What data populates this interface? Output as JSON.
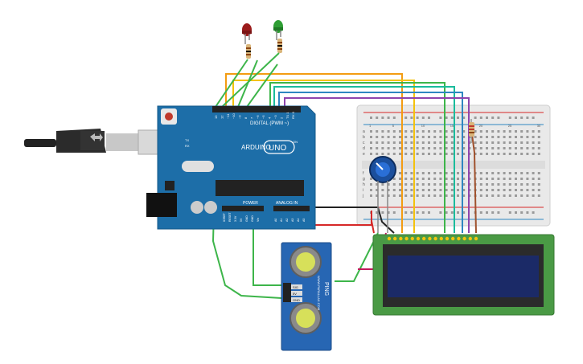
{
  "arduino": {
    "brand": "ARDUINO",
    "model": "UNO",
    "digital_label": "DIGITAL (PWM ~)",
    "power_label": "POWER",
    "analog_label": "ANALOG IN",
    "aref": "AREF",
    "gnd": "GND",
    "tx": "TX",
    "rx": "RX",
    "on": "ON",
    "digital_pins": [
      "13",
      "12",
      "~11",
      "~10",
      "~9",
      "8",
      "7",
      "~6",
      "~5",
      "4",
      "~3",
      "2",
      "TX 1",
      "RX 0"
    ],
    "power_pins": [
      "IOREF",
      "RESET",
      "3.3V",
      "5V",
      "GND",
      "GND",
      "Vin"
    ],
    "analog_pins": [
      "A0",
      "A1",
      "A2",
      "A3",
      "A4",
      "A5"
    ]
  },
  "sensor": {
    "model": "PING",
    "website": "WWW.PARALLAX.COM",
    "pins": [
      "SIG",
      "5V",
      "GND"
    ]
  },
  "breadboard": {
    "row_letters_top": [
      "a",
      "b",
      "c",
      "d",
      "e"
    ],
    "row_letters_bottom": [
      "f",
      "g",
      "h",
      "i",
      "j"
    ],
    "column_numbers": [
      "1",
      "5",
      "10",
      "15",
      "20",
      "25",
      "30"
    ]
  },
  "lcd": {
    "pin_count": 16
  },
  "colors": {
    "arduino_board": "#1d6ea8",
    "breadboard": "#e9e9e9",
    "lcd_board": "#4a9a45",
    "lcd_screen": "#1b2a67",
    "sensor_board": "#2766b3",
    "wire_orange": "#f39c12",
    "wire_yellow": "#f4c20d",
    "wire_green": "#3db54a",
    "wire_teal": "#1abc9c",
    "wire_blue": "#2e86c1",
    "wire_purple": "#8e44ad",
    "wire_red": "#d62828",
    "wire_black": "#222222",
    "wire_pink": "#c2185b",
    "wire_brown": "#a0522d",
    "led_red": "#9b1b1b",
    "led_green": "#2e9e34"
  }
}
